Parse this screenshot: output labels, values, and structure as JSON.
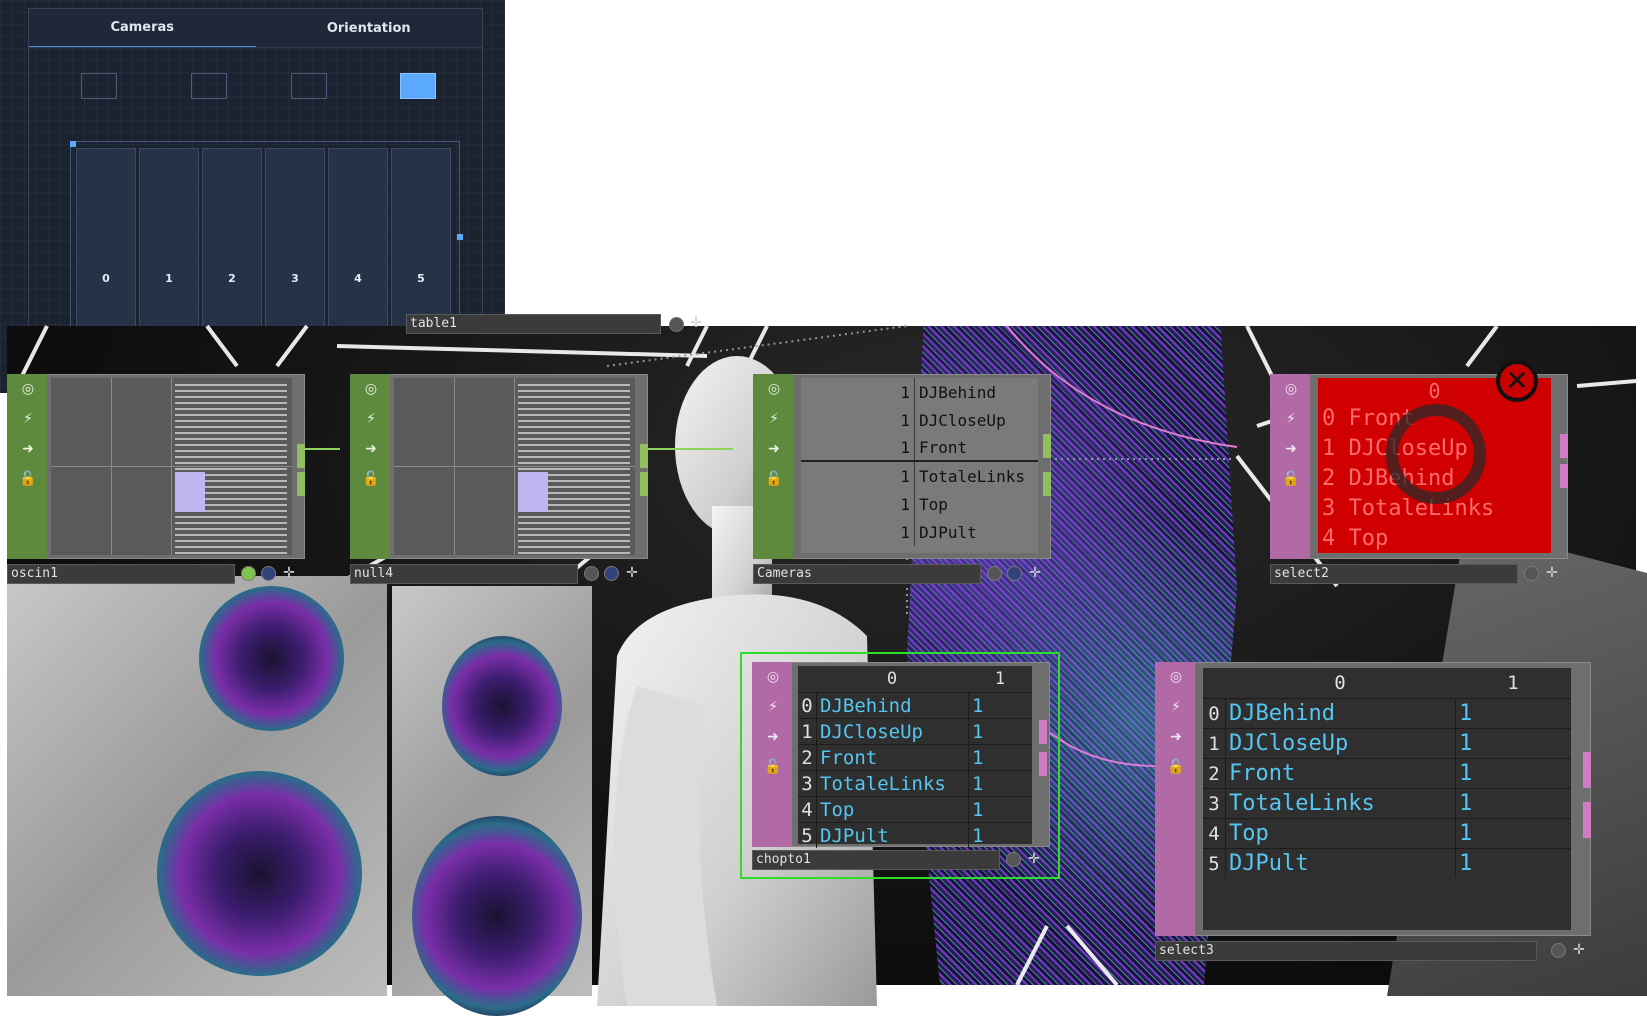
{
  "control_panel": {
    "tabs": [
      {
        "label": "Cameras",
        "active": true
      },
      {
        "label": "Orientation",
        "active": false
      }
    ],
    "selector_boxes": [
      {
        "selected": false
      },
      {
        "selected": false
      },
      {
        "selected": false
      },
      {
        "selected": true
      }
    ],
    "camera_columns": [
      "0",
      "1",
      "2",
      "3",
      "4",
      "5"
    ],
    "accent_color": "#5aa9ff"
  },
  "network": {
    "table1": {
      "name": "table1"
    },
    "oscin1": {
      "name": "oscin1"
    },
    "null4": {
      "name": "null4"
    },
    "cameras": {
      "name": "Cameras",
      "rows": [
        {
          "value": "1",
          "label": "DJBehind"
        },
        {
          "value": "1",
          "label": "DJCloseUp"
        },
        {
          "value": "1",
          "label": "Front"
        },
        {
          "value": "1",
          "label": "TotaleLinks"
        },
        {
          "value": "1",
          "label": "Top"
        },
        {
          "value": "1",
          "label": "DJPult"
        }
      ]
    },
    "select2": {
      "name": "select2",
      "header": "0",
      "rows": [
        {
          "index": "0",
          "label": "Front"
        },
        {
          "index": "1",
          "label": "DJCloseUp"
        },
        {
          "index": "2",
          "label": "DJBehind"
        },
        {
          "index": "3",
          "label": "TotaleLinks"
        },
        {
          "index": "4",
          "label": "Top"
        }
      ],
      "status_color": "#d00000"
    },
    "chopto1": {
      "name": "chopto1",
      "columns": [
        "0",
        "1"
      ],
      "rows": [
        {
          "index": "0",
          "label": "DJBehind",
          "value": "1"
        },
        {
          "index": "1",
          "label": "DJCloseUp",
          "value": "1"
        },
        {
          "index": "2",
          "label": "Front",
          "value": "1"
        },
        {
          "index": "3",
          "label": "TotaleLinks",
          "value": "1"
        },
        {
          "index": "4",
          "label": "Top",
          "value": "1"
        },
        {
          "index": "5",
          "label": "DJPult",
          "value": "1"
        }
      ]
    },
    "select3": {
      "name": "select3",
      "columns": [
        "0",
        "1"
      ],
      "rows": [
        {
          "index": "0",
          "label": "DJBehind",
          "value": "1"
        },
        {
          "index": "1",
          "label": "DJCloseUp",
          "value": "1"
        },
        {
          "index": "2",
          "label": "Front",
          "value": "1"
        },
        {
          "index": "3",
          "label": "TotaleLinks",
          "value": "1"
        },
        {
          "index": "4",
          "label": "Top",
          "value": "1"
        },
        {
          "index": "5",
          "label": "DJPult",
          "value": "1"
        }
      ]
    },
    "colors": {
      "chop_family": "#5d8a3c",
      "dat_family": "#b26aa6",
      "table_value": "#55c6f0",
      "selection": "#2edc2e"
    }
  }
}
